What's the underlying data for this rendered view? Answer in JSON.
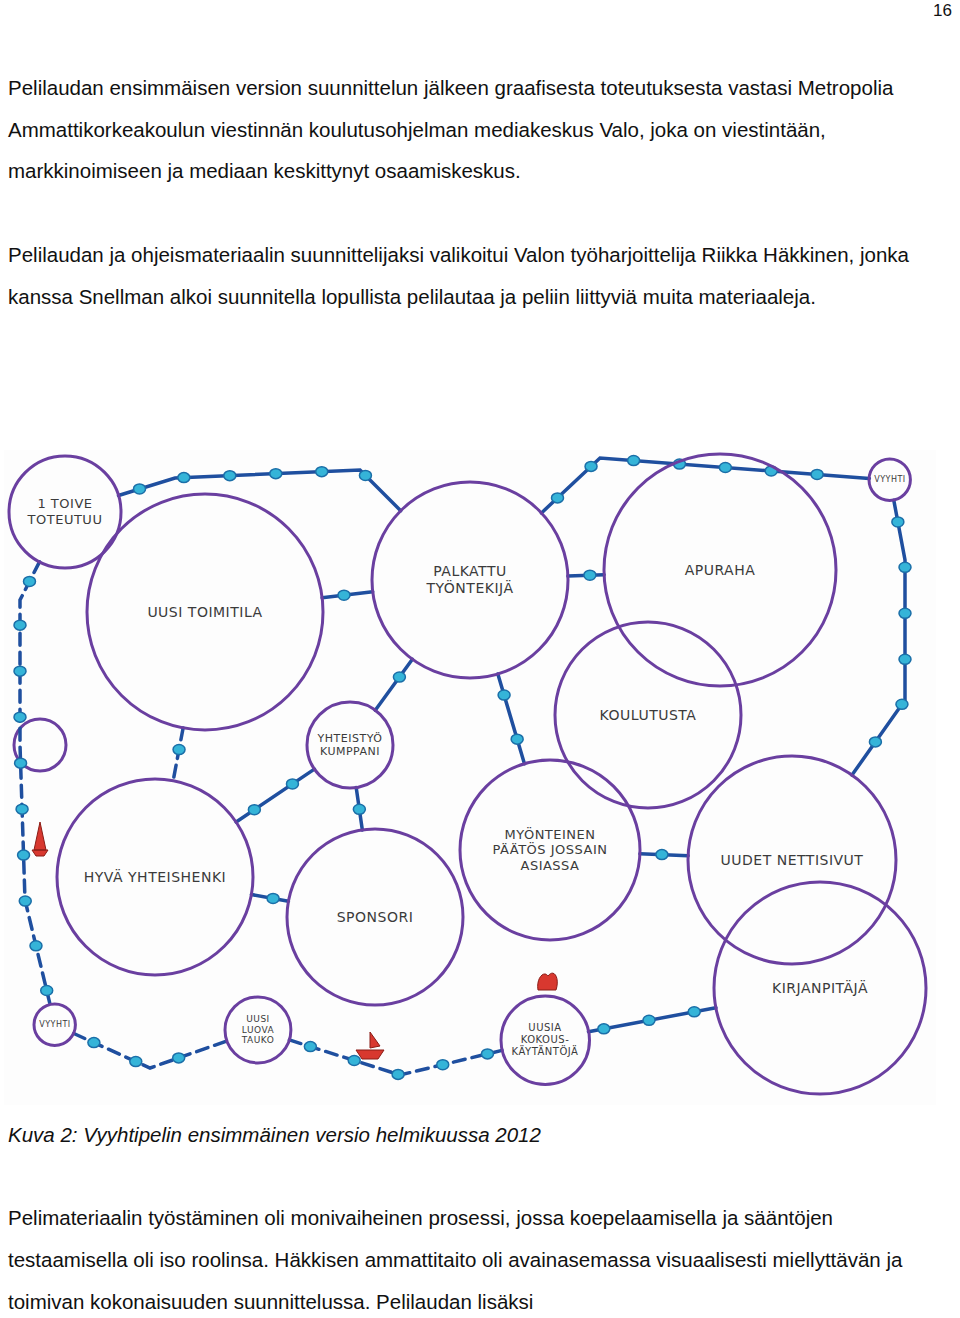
{
  "diagram": {
    "caption": "Kuva 2: Vyyhtipelin ensimmäinen versio helmikuussa 2012",
    "nodes": [
      {
        "text": [
          "1 TOIVE TOTEUTUU"
        ]
      },
      {
        "text": [
          "PALKATTU TYÖNTEKIJÄ"
        ]
      },
      {
        "text": [
          "APURAHA"
        ]
      },
      {
        "text": [
          "VYYHTI"
        ]
      },
      {
        "text": [
          "UUSI TOIMITILA"
        ]
      },
      {
        "text": [
          "KOULUTUSTA"
        ]
      },
      {
        "text": [
          "YHTEISTYÖ KUMPPANI"
        ]
      },
      {
        "text": [
          "MYÖNTEINEN PÄÄTÖS JOSSAIN ASIASSA"
        ]
      },
      {
        "text": [
          "UUDET NETTISIVUT"
        ]
      },
      {
        "text": [
          "HYVÄ YHTEISHENKI"
        ]
      },
      {
        "text": [
          "SPONSORI"
        ]
      },
      {
        "text": [
          "KIRJANPITÄJÄ"
        ]
      },
      {
        "text": [
          "VYYHTI"
        ]
      },
      {
        "text": [
          "UUSI LUOVA TAUKO"
        ]
      },
      {
        "text": [
          "UUSIA KOKOUS-KÄYTÄNTÖJÄ"
        ]
      }
    ],
    "edges": [
      {
        "from": 0,
        "to": 1,
        "arrow": "none"
      },
      {
        "from": 1,
        "to": 3,
        "arrow": "none"
      },
      {
        "from": 3,
        "to": 8,
        "arrow": "none"
      },
      {
        "from": 4,
        "to": 1,
        "arrow": "none"
      },
      {
        "from": 1,
        "to": 2,
        "arrow": "none"
      },
      {
        "from": 1,
        "to": 6,
        "arrow": "none"
      },
      {
        "from": 1,
        "to": 7,
        "arrow": "none"
      },
      {
        "from": 4,
        "to": 9,
        "arrow": "none"
      },
      {
        "from": 9,
        "to": 6,
        "arrow": "none"
      },
      {
        "from": 6,
        "to": 10,
        "arrow": "none"
      },
      {
        "from": 9,
        "to": 10,
        "arrow": "none"
      },
      {
        "from": 7,
        "to": 8,
        "arrow": "none"
      },
      {
        "from": 11,
        "to": 14,
        "arrow": "none"
      },
      {
        "from": 0,
        "to": 12,
        "arrow": "none"
      },
      {
        "from": 12,
        "to": 13,
        "arrow": "none"
      },
      {
        "from": 13,
        "to": 14,
        "arrow": "none"
      }
    ],
    "labels": [
      "16",
      "Pelilaudan ensimmäisen version suunnittelun jälkeen graafisesta toteutuksesta vastasi Metropolia Ammattikorkeakoulun viestinnän koulutusohjelman mediakeskus Valo, joka on viestintään, markkinoimiseen ja mediaan keskittynyt osaamiskeskus.",
      "Pelilaudan ja ohjeismateriaalin suunnittelijaksi valikoitui Valon työharjoittelija Riikka Häkkinen, jonka kanssa Snellman alkoi suunnitella lopullista pelilautaa ja peliin liittyviä muita materiaaleja.",
      "Pelimateriaalin työstäminen oli monivaiheinen prosessi, jossa koepelaamisella ja sääntöjen testaamisella oli iso roolinsa. Häkkisen ammattitaito oli avainasemassa visuaalisesti miellyttävän ja toimivan kokonaisuuden suunnittelussa. Pelilaudan lisäksi"
    ]
  }
}
